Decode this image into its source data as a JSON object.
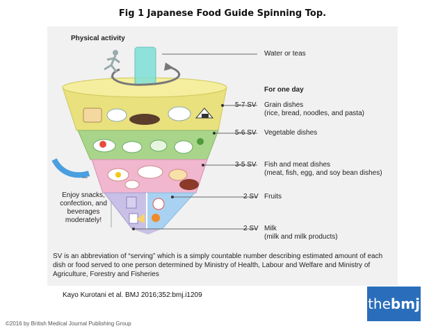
{
  "title": "Fig 1 Japanese Food Guide Spinning Top.",
  "physical_activity_label": "Physical activity",
  "water_label": "Water or teas",
  "for_one_day_label": "For one day",
  "tiers": [
    {
      "sv": "5-7 SV",
      "name": "Grain dishes",
      "detail": "(rice, bread, noodles, and pasta)",
      "color": "#e9e07e"
    },
    {
      "sv": "5-6 SV",
      "name": "Vegetable dishes",
      "detail": "",
      "color": "#a9d58a"
    },
    {
      "sv": "3-5 SV",
      "name": "Fish and meat dishes",
      "detail": "(meat, fish, egg, and soy bean dishes)",
      "color": "#f1b7cf"
    },
    {
      "sv": "2 SV",
      "name": "Fruits",
      "detail": "",
      "color": "#a9d2f2"
    },
    {
      "sv": "2 SV",
      "name": "Milk",
      "detail": "(milk and milk products)",
      "color": "#c8c0e6"
    }
  ],
  "snacks_lines": [
    "Enjoy snacks,",
    "confection, and",
    "beverages",
    "moderately!"
  ],
  "footnote": "SV is an abbreviation of “serving” which is a simply countable number describing estimated amount of each dish or food served to one person determined by Ministry of Health, Labour and Welfare and Ministry of Agriculture, Forestry and Fisheries",
  "citation": "Kayo Kurotani et al. BMJ 2016;352:bmj.i1209",
  "copyright": "©2016 by British Medical Journal Publishing Group",
  "logo": {
    "prefix": "the",
    "suffix": "bmj"
  },
  "colors": {
    "panel": "#f1f1f1",
    "logo_bg": "#2a6ebb",
    "snack_string": "#4a9fe0",
    "water_glass": "#7fe0d8"
  }
}
